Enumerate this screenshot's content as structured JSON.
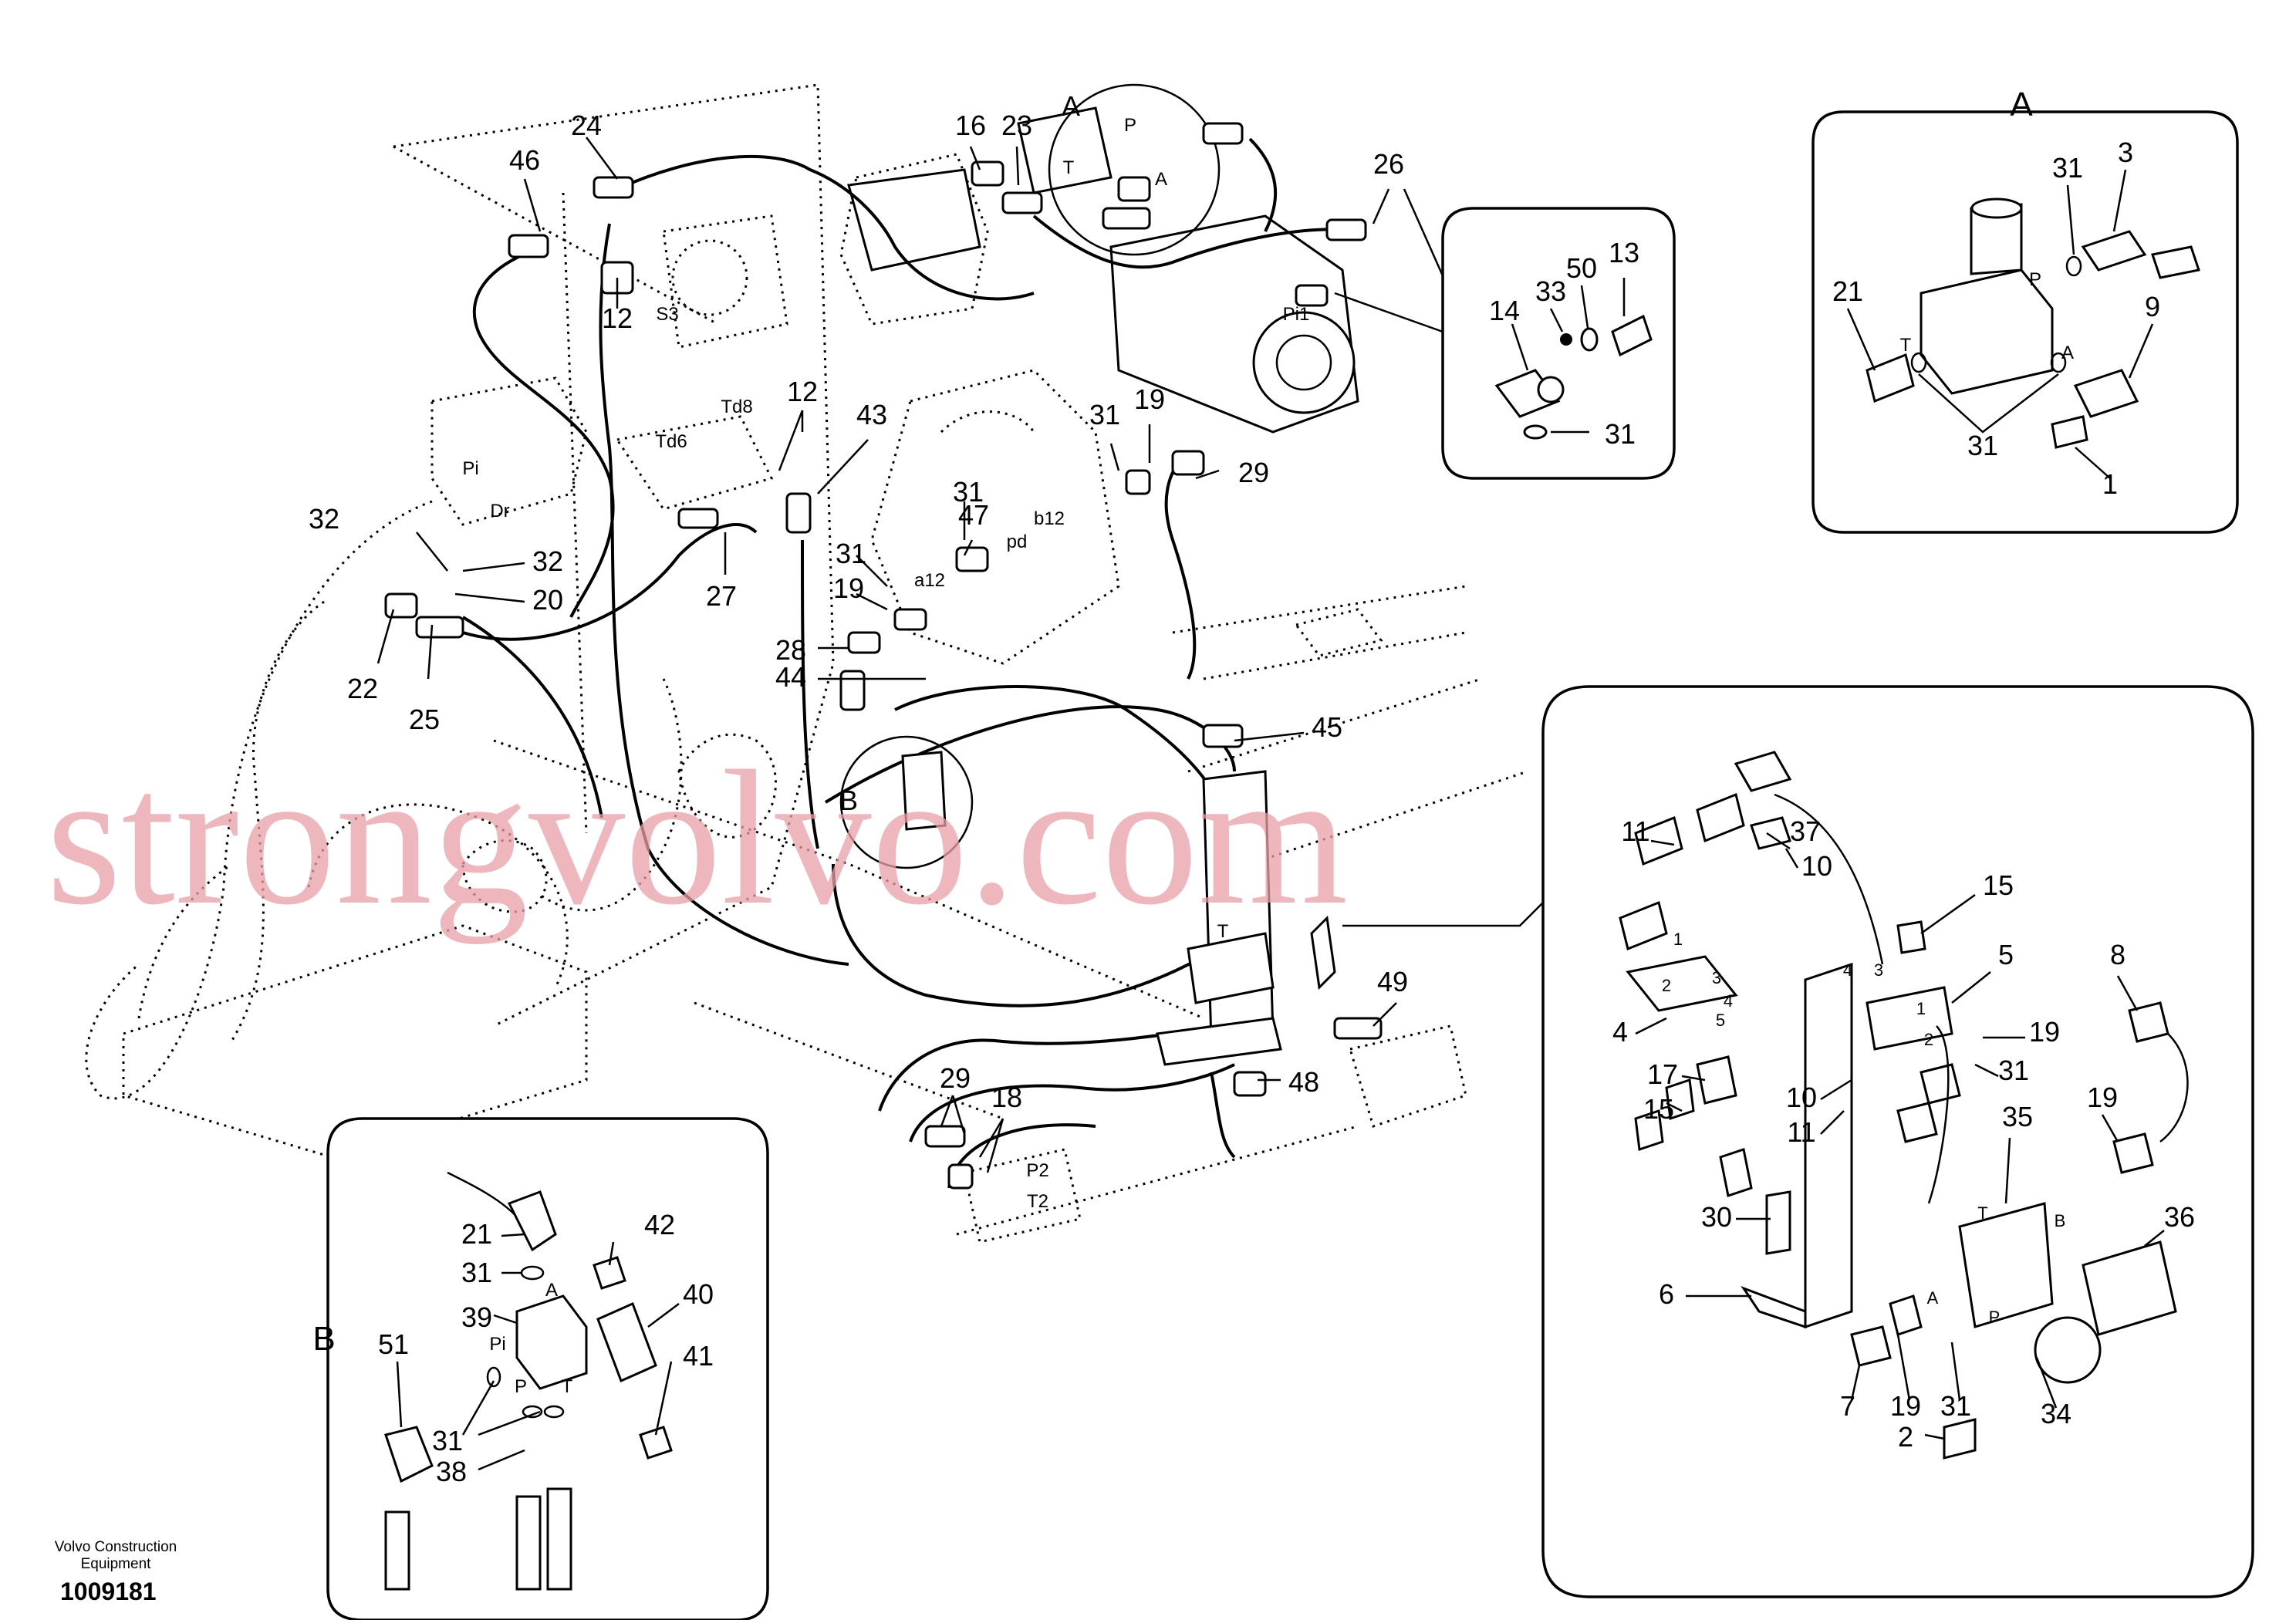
{
  "brand": {
    "line1": "Volvo Construction",
    "line2": "Equipment"
  },
  "document_number": "1009181",
  "watermark": "strongvolvo.com",
  "detail_labels": {
    "a": "A",
    "b": "B"
  },
  "main_callouts": [
    {
      "t": "24"
    },
    {
      "t": "46"
    },
    {
      "t": "12"
    },
    {
      "t": "16"
    },
    {
      "t": "23"
    },
    {
      "t": "A"
    },
    {
      "t": "26"
    },
    {
      "t": "12"
    },
    {
      "t": "43"
    },
    {
      "t": "31"
    },
    {
      "t": "19"
    },
    {
      "t": "29"
    },
    {
      "t": "32"
    },
    {
      "t": "32"
    },
    {
      "t": "20"
    },
    {
      "t": "27"
    },
    {
      "t": "22"
    },
    {
      "t": "25"
    },
    {
      "t": "47"
    },
    {
      "t": "31"
    },
    {
      "t": "31"
    },
    {
      "t": "19"
    },
    {
      "t": "28"
    },
    {
      "t": "44"
    },
    {
      "t": "45"
    },
    {
      "t": "B"
    },
    {
      "t": "49"
    },
    {
      "t": "48"
    },
    {
      "t": "29"
    },
    {
      "t": "18"
    }
  ],
  "main_ports": [
    {
      "t": "P"
    },
    {
      "t": "T"
    },
    {
      "t": "A"
    },
    {
      "t": "S3"
    },
    {
      "t": "Pi1"
    },
    {
      "t": "Td8"
    },
    {
      "t": "Td6"
    },
    {
      "t": "Pi"
    },
    {
      "t": "Dr"
    },
    {
      "t": "b12"
    },
    {
      "t": "pd"
    },
    {
      "t": "a12"
    },
    {
      "t": "P2"
    },
    {
      "t": "T2"
    },
    {
      "t": "T"
    }
  ],
  "inset_pi1": {
    "callouts": [
      {
        "t": "14"
      },
      {
        "t": "33"
      },
      {
        "t": "50"
      },
      {
        "t": "13"
      },
      {
        "t": "31"
      }
    ]
  },
  "inset_a": {
    "callouts": [
      {
        "t": "31"
      },
      {
        "t": "3"
      },
      {
        "t": "21"
      },
      {
        "t": "9"
      },
      {
        "t": "31"
      },
      {
        "t": "1"
      }
    ],
    "ports": [
      {
        "t": "P"
      },
      {
        "t": "T"
      },
      {
        "t": "A"
      }
    ]
  },
  "inset_b": {
    "callouts": [
      {
        "t": "21"
      },
      {
        "t": "42"
      },
      {
        "t": "31"
      },
      {
        "t": "39"
      },
      {
        "t": "40"
      },
      {
        "t": "41"
      },
      {
        "t": "51"
      },
      {
        "t": "31"
      },
      {
        "t": "38"
      }
    ],
    "ports": [
      {
        "t": "A"
      },
      {
        "t": "Pi"
      },
      {
        "t": "P"
      },
      {
        "t": "T"
      }
    ]
  },
  "inset_valve": {
    "callouts": [
      {
        "t": "11"
      },
      {
        "t": "37"
      },
      {
        "t": "10"
      },
      {
        "t": "15"
      },
      {
        "t": "5"
      },
      {
        "t": "4"
      },
      {
        "t": "17"
      },
      {
        "t": "15"
      },
      {
        "t": "8"
      },
      {
        "t": "19"
      },
      {
        "t": "31"
      },
      {
        "t": "19"
      },
      {
        "t": "10"
      },
      {
        "t": "11"
      },
      {
        "t": "35"
      },
      {
        "t": "30"
      },
      {
        "t": "36"
      },
      {
        "t": "6"
      },
      {
        "t": "7"
      },
      {
        "t": "19"
      },
      {
        "t": "31"
      },
      {
        "t": "34"
      },
      {
        "t": "2"
      }
    ],
    "ports": [
      {
        "t": "1"
      },
      {
        "t": "2"
      },
      {
        "t": "3"
      },
      {
        "t": "4"
      },
      {
        "t": "5"
      },
      {
        "t": "4"
      },
      {
        "t": "3"
      },
      {
        "t": "2"
      },
      {
        "t": "1"
      },
      {
        "t": "T"
      },
      {
        "t": "B"
      },
      {
        "t": "A"
      },
      {
        "t": "P"
      }
    ]
  }
}
